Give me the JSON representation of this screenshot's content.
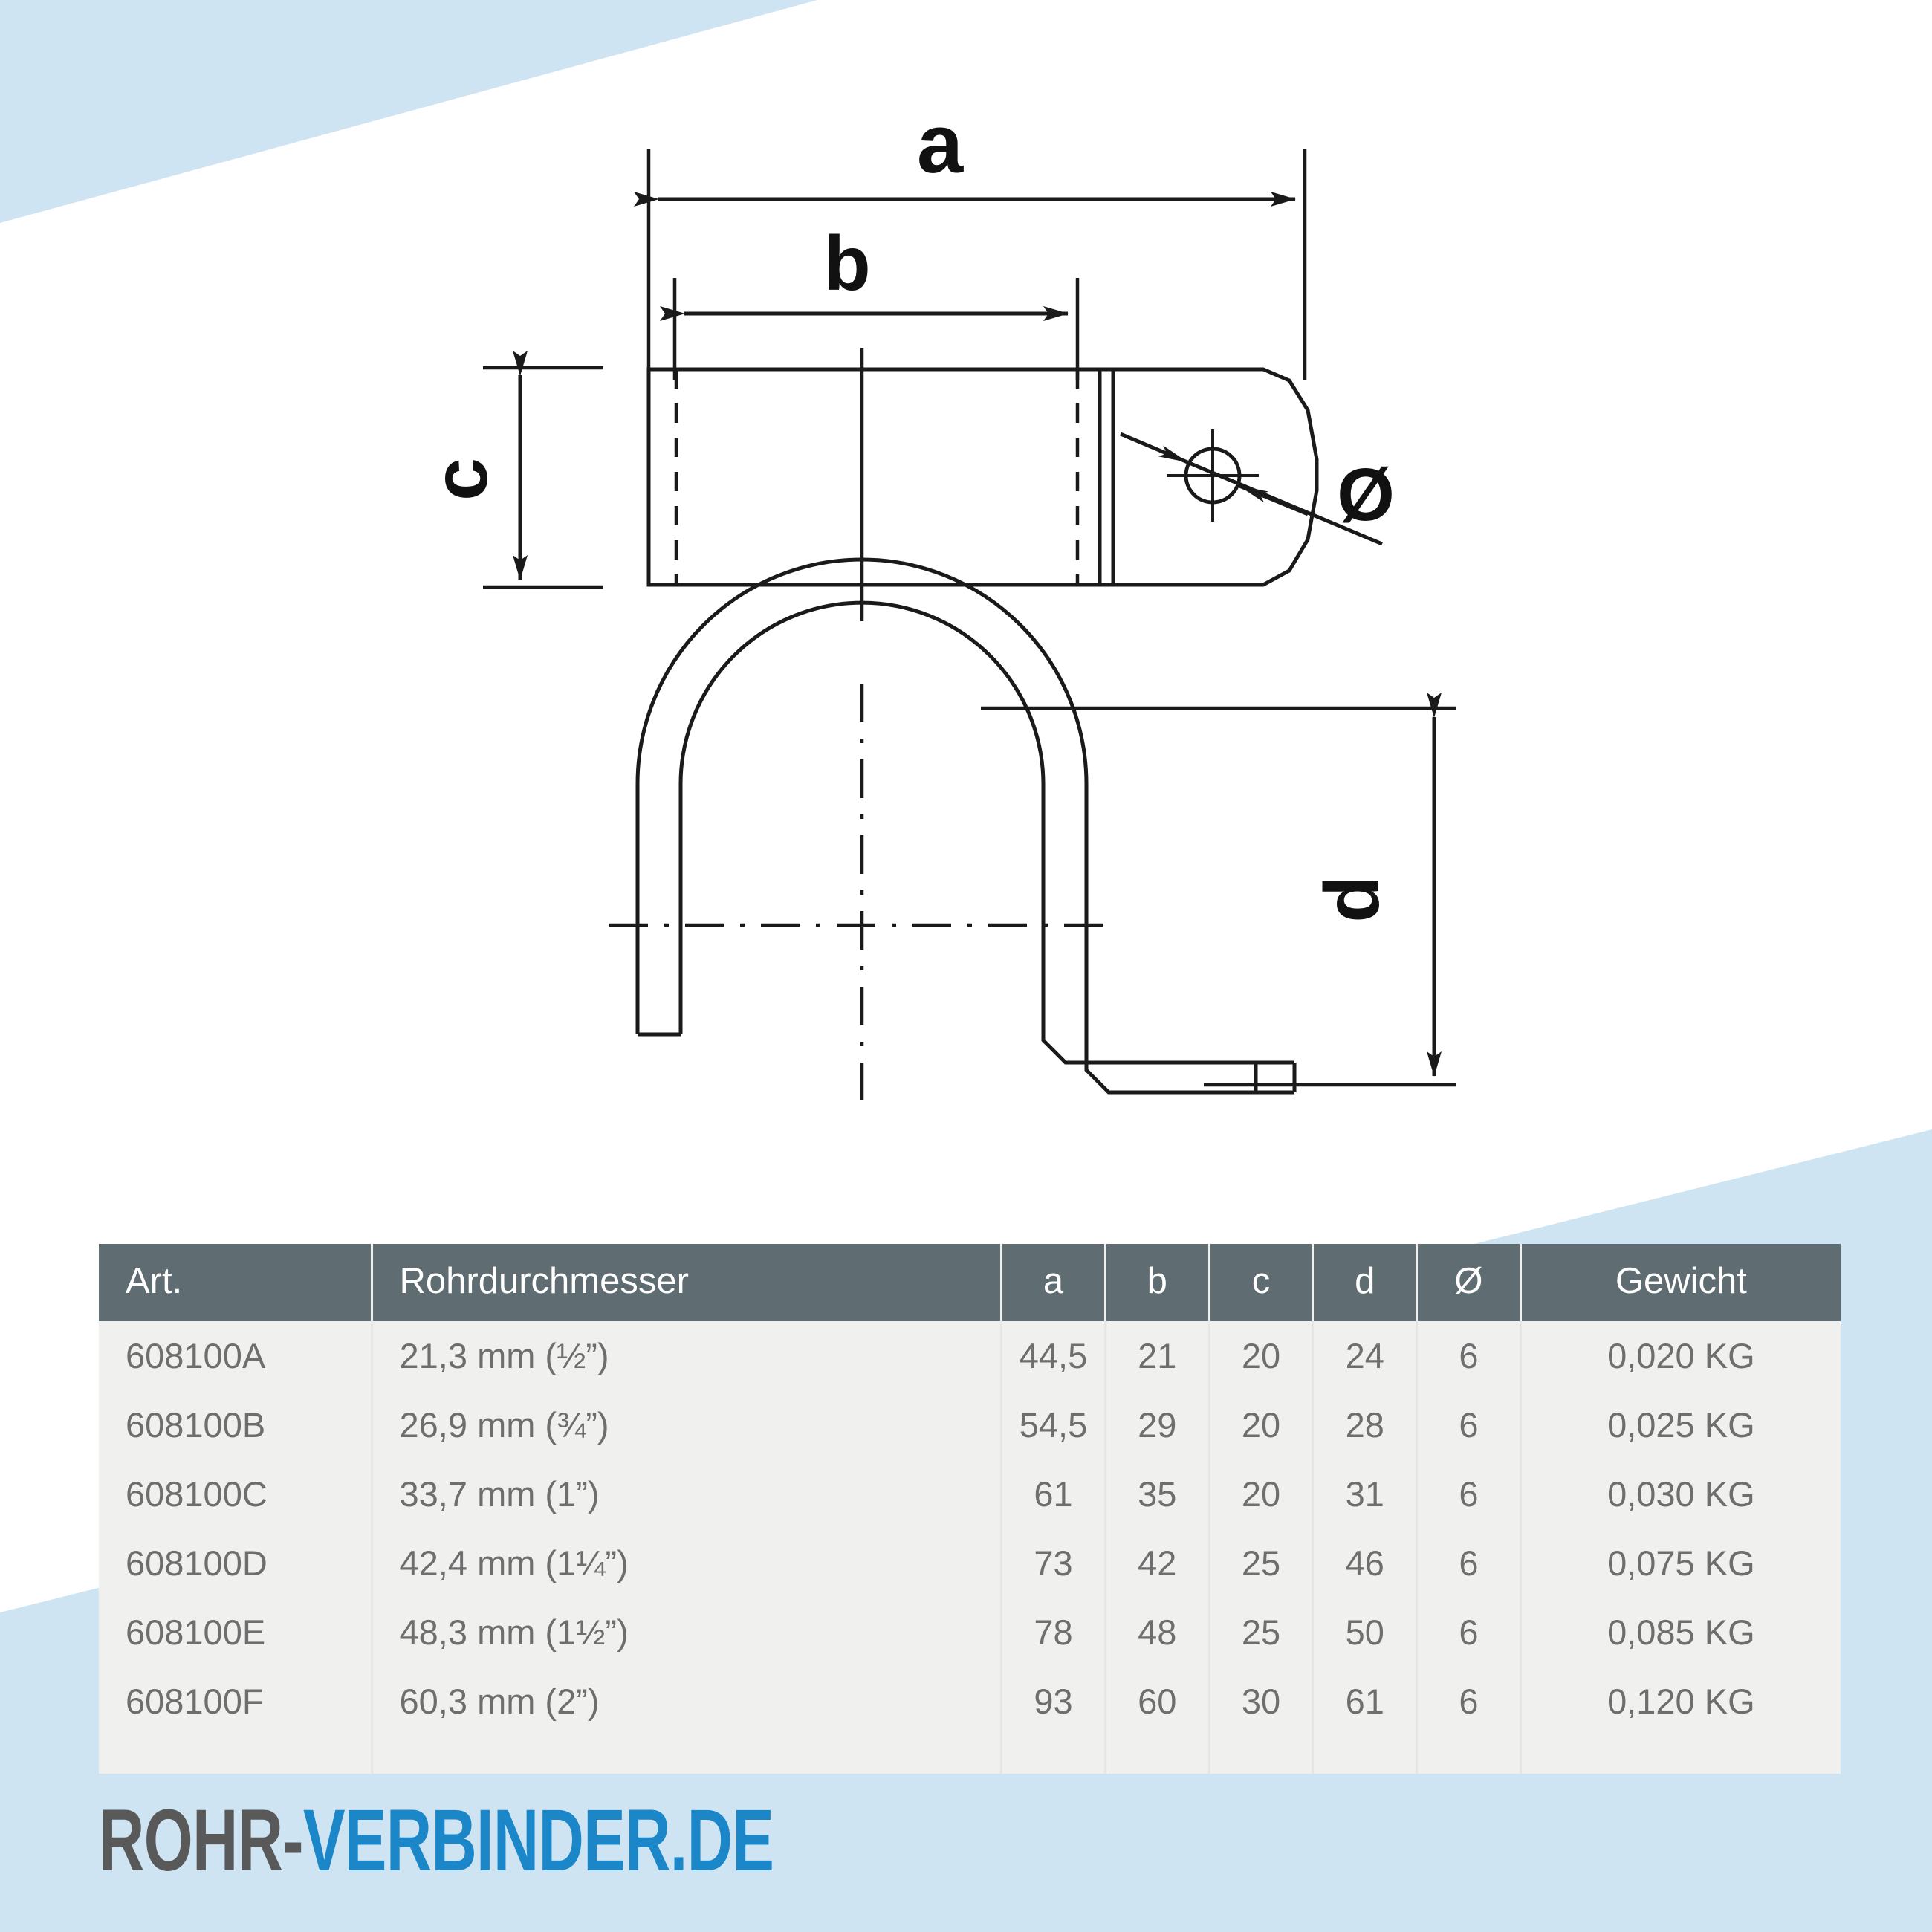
{
  "brand": {
    "logo_dark": "ROHR-",
    "logo_blue": "VERBINDER.DE",
    "accent_blue": "#1b87c9",
    "pale_blue": "#cfe4f2",
    "header_gray": "#5f6c72",
    "row_gray": "#f0f0ef",
    "text_gray": "#6e6e6e"
  },
  "drawing": {
    "labels": {
      "a": "a",
      "b": "b",
      "c": "c",
      "d": "d",
      "diameter": "Ø"
    }
  },
  "table": {
    "headers": {
      "art": "Art.",
      "diameter": "Rohrdurchmesser",
      "a": "a",
      "b": "b",
      "c": "c",
      "d": "d",
      "hole": "Ø",
      "weight": "Gewicht"
    },
    "rows": [
      {
        "art": "608100A",
        "diameter": "21,3 mm (½”)",
        "a": "44,5",
        "b": "21",
        "c": "20",
        "d": "24",
        "hole": "6",
        "weight": "0,020 KG"
      },
      {
        "art": "608100B",
        "diameter": "26,9 mm (¾”)",
        "a": "54,5",
        "b": "29",
        "c": "20",
        "d": "28",
        "hole": "6",
        "weight": "0,025 KG"
      },
      {
        "art": "608100C",
        "diameter": "33,7 mm (1”)",
        "a": "61",
        "b": "35",
        "c": "20",
        "d": "31",
        "hole": "6",
        "weight": "0,030 KG"
      },
      {
        "art": "608100D",
        "diameter": "42,4 mm (1¼”)",
        "a": "73",
        "b": "42",
        "c": "25",
        "d": "46",
        "hole": "6",
        "weight": "0,075 KG"
      },
      {
        "art": "608100E",
        "diameter": "48,3 mm (1½”)",
        "a": "78",
        "b": "48",
        "c": "25",
        "d": "50",
        "hole": "6",
        "weight": "0,085 KG"
      },
      {
        "art": "608100F",
        "diameter": "60,3 mm (2”)",
        "a": "93",
        "b": "60",
        "c": "30",
        "d": "61",
        "hole": "6",
        "weight": "0,120 KG"
      }
    ]
  }
}
